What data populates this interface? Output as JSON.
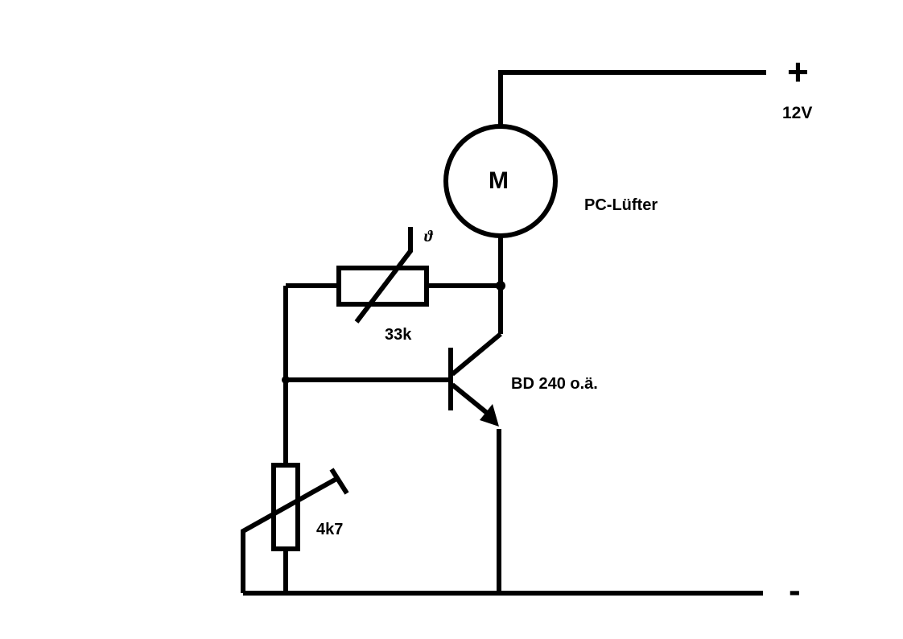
{
  "diagram": {
    "plus_symbol": "+",
    "minus_symbol": "-",
    "supply_voltage": "12V",
    "motor_symbol": "M",
    "motor_name": "PC-Lüfter",
    "thermistor_symbol": "ϑ",
    "thermistor_value": "33k",
    "transistor_name": "BD 240 o.ä.",
    "potentiometer_value": "4k7"
  },
  "colors": {
    "wire": "#000000",
    "background": "#ffffff"
  }
}
